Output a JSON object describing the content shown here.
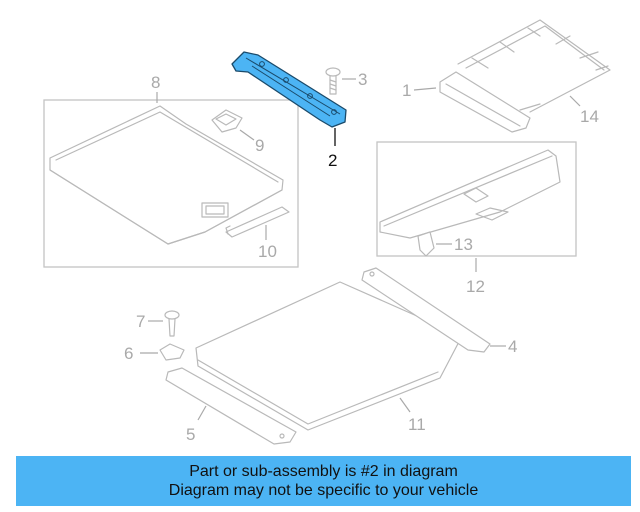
{
  "callouts": {
    "c1": "1",
    "c2": "2",
    "c3": "3",
    "c4": "4",
    "c5": "5",
    "c6": "6",
    "c7": "7",
    "c8": "8",
    "c9": "9",
    "c10": "10",
    "c11": "11",
    "c12": "12",
    "c13": "13",
    "c14": "14"
  },
  "highlight_color": "#4cb4f4",
  "banner": {
    "line1": "Part or sub-assembly is #2 in diagram",
    "line2": "Diagram may not be specific to your vehicle",
    "background": "#4cb4f4"
  }
}
